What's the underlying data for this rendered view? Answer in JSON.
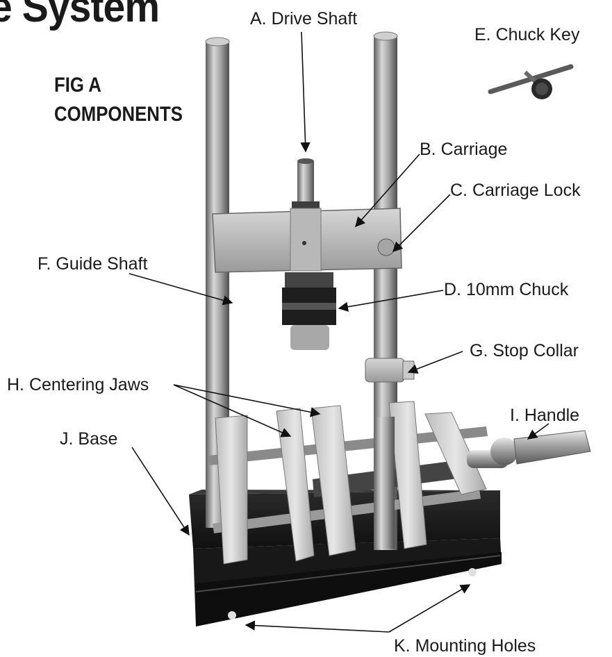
{
  "header": {
    "title": "e System",
    "fig_label_line1": "FIG A",
    "fig_label_line2": "COMPONENTS"
  },
  "callouts": {
    "drive_shaft": "A. Drive Shaft",
    "carriage": "B. Carriage",
    "carriage_lock": "C. Carriage Lock",
    "chuck": "D. 10mm Chuck",
    "chuck_key": "E. Chuck Key",
    "guide_shaft": "F. Guide Shaft",
    "stop_collar": "G. Stop Collar",
    "centering_jaws": "H. Centering Jaws",
    "handle": "I.  Handle",
    "base": "J. Base",
    "mounting_holes": "K. Mounting Holes"
  },
  "colors": {
    "ink": "#1a1a1a",
    "metal_light": "#cfcfcf",
    "metal_mid": "#a8a8a8",
    "metal_dark": "#6e6e6e",
    "base_black": "#1c1c1c"
  }
}
